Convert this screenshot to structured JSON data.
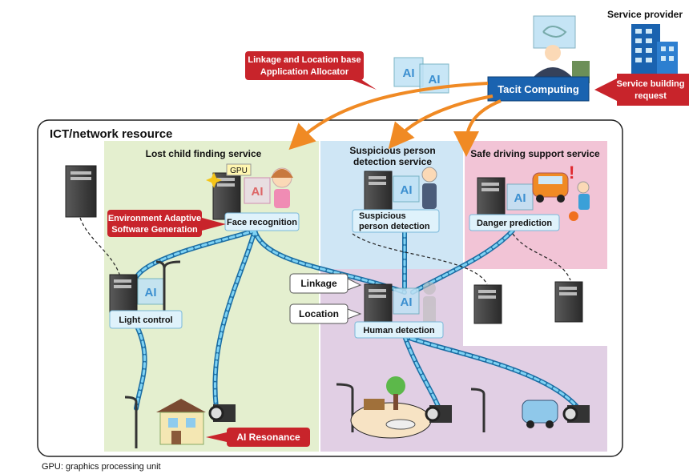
{
  "service_provider": "Service provider",
  "tacit_computing": "Tacit Computing",
  "service_request": [
    "Service building",
    "request"
  ],
  "allocator": [
    "Linkage and Location base",
    "Application Allocator"
  ],
  "ict_title": "ICT/network resource",
  "services": {
    "lost_child": "Lost child finding service",
    "suspicious": [
      "Suspicious person",
      "detection service"
    ],
    "safe_driving": "Safe driving support service"
  },
  "nodes": {
    "face_recognition": "Face recognition",
    "suspicious_detection": [
      "Suspicious",
      "person detection"
    ],
    "danger_prediction": "Danger prediction",
    "light_control": "Light control",
    "human_detection": "Human detection"
  },
  "gpu_label": "GPU",
  "ai_text": "AI",
  "env_adaptive": [
    "Environment Adaptive",
    "Software Generation"
  ],
  "linkage": "Linkage",
  "location": "Location",
  "ai_resonance": "AI Resonance",
  "footnote": "GPU: graphics processing unit",
  "colors": {
    "accent_blue": "#1a63b0",
    "callout_red": "#c8242b",
    "arrow_orange": "#f08a24",
    "green_area": "#e4efcf",
    "blue_area": "#cfe6f5",
    "pink_area": "#f2c4d6",
    "purple_area": "#e1cfe4",
    "link_cyan": "#2f9ed8"
  }
}
